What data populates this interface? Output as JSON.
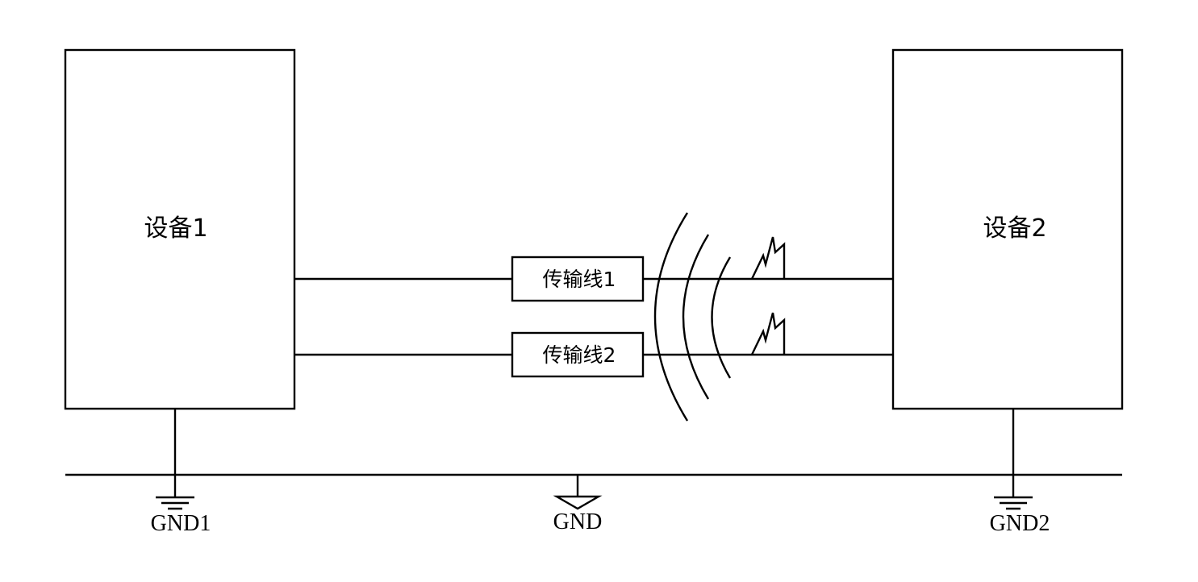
{
  "devices": {
    "left": "设备1",
    "right": "设备2"
  },
  "transmission_lines": [
    "传输线1",
    "传输线2"
  ],
  "grounds": {
    "left": "GND1",
    "center": "GND",
    "right": "GND2"
  },
  "colors": {
    "stroke": "#000000",
    "background": "#ffffff"
  }
}
